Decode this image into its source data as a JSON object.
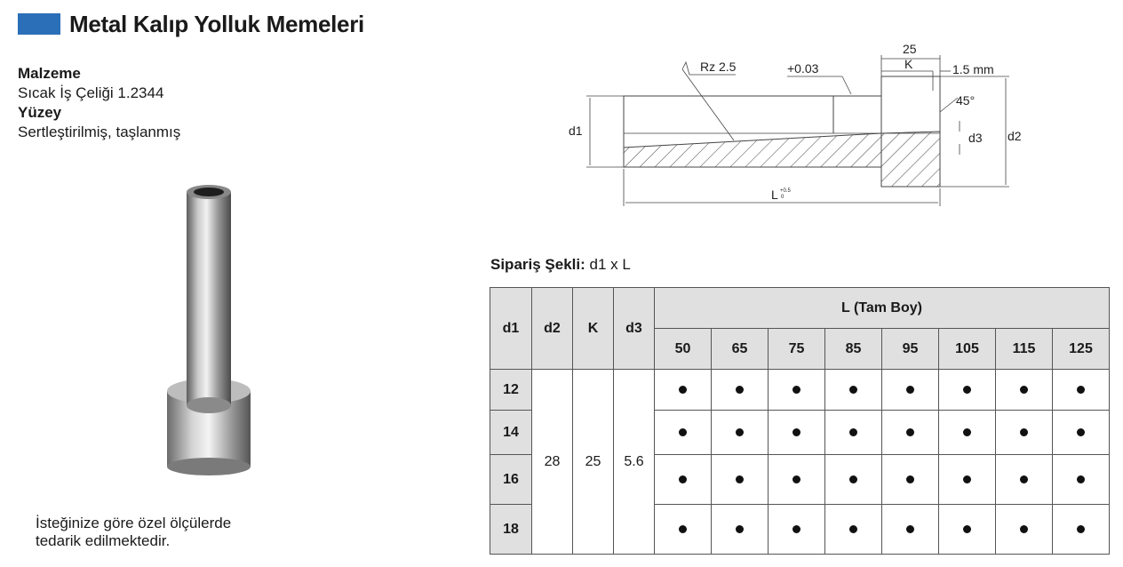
{
  "header": {
    "title": "Metal Kalıp Yolluk Memeleri",
    "accent_color": "#2b6fb8"
  },
  "specs": {
    "material_label": "Malzeme",
    "material_value": "Sıcak İş Çeliği 1.2344",
    "surface_label": "Yüzey",
    "surface_value": "Sertleştirilmiş, taşlanmış"
  },
  "drawing": {
    "dim_25": "25",
    "dim_K": "K",
    "dim_1_5": "1.5 mm",
    "dim_rz": "Rz 2.5",
    "dim_tol": "+0.03",
    "dim_45": "45°",
    "dim_d1": "d1",
    "dim_d2": "d2",
    "dim_d3": "d3",
    "dim_L": "L",
    "dim_L_tol_upper": "+0.5",
    "dim_L_tol_lower": "0"
  },
  "order": {
    "label": "Sipariş Şekli:",
    "value": "d1 x L"
  },
  "table": {
    "headers": {
      "d1": "d1",
      "d2": "d2",
      "K": "K",
      "d3": "d3",
      "L": "L (Tam Boy)"
    },
    "lengths": [
      "50",
      "65",
      "75",
      "85",
      "95",
      "105",
      "115",
      "125"
    ],
    "d1_values": [
      "12",
      "14",
      "16",
      "18"
    ],
    "d2": "28",
    "K": "25",
    "d3": "5.6"
  },
  "note": {
    "line1": "İsteğinize göre özel ölçülerde",
    "line2": "tedarik edilmektedir."
  }
}
